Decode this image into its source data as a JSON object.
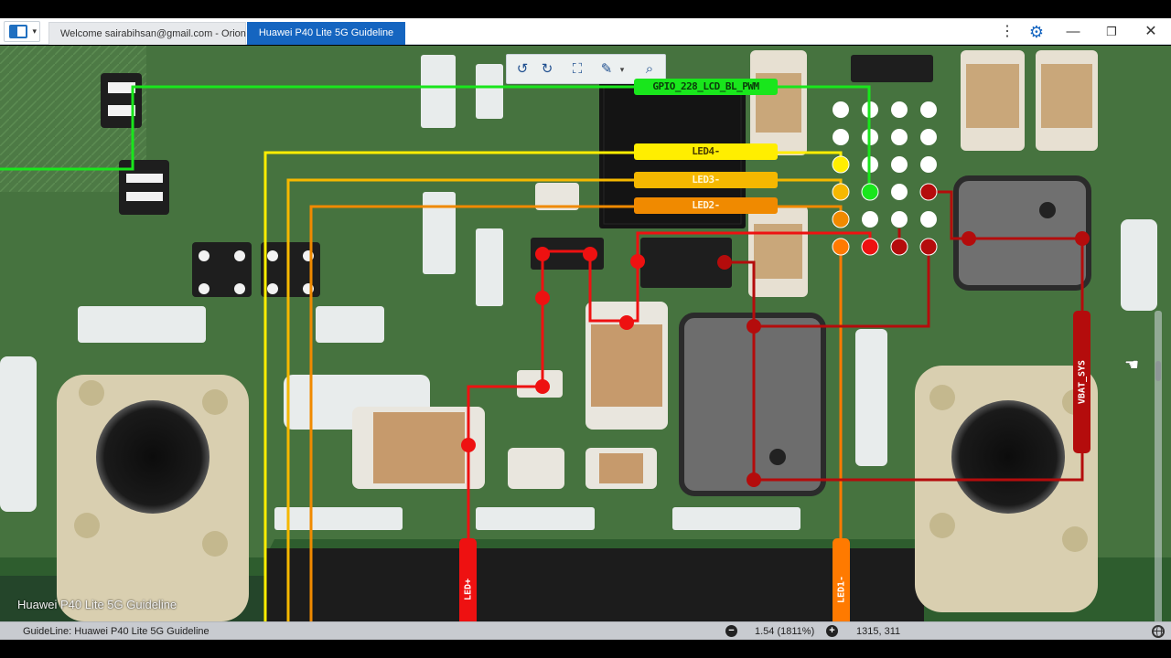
{
  "window": {
    "tabs": [
      {
        "label": "Welcome sairabihsan@gmail.com - Orion"
      },
      {
        "label": "Huawei P40 Lite 5G Guideline"
      }
    ]
  },
  "board": {
    "caption": "Huawei P40 Lite 5G Guideline",
    "net_labels": {
      "gpio": "GPIO_228_LCD_BL_PWM",
      "led4": "LED4-",
      "led3": "LED3-",
      "led2": "LED2-",
      "led1": "LED1-",
      "led_plus": "LED+",
      "vbat_sys": "VBAT_SYS"
    },
    "net_colors": {
      "gpio": "#19e61c",
      "led4": "#ffee00",
      "led3": "#f5b800",
      "led2": "#f08a00",
      "led1": "#ff7a00",
      "led_plus": "#ee1111",
      "vbat_sys": "#b40c0c"
    }
  },
  "toolbar": {
    "icons": [
      "rotate-left-icon",
      "rotate-right-icon",
      "fit-screen-icon",
      "pen-icon",
      "search-icon"
    ]
  },
  "status": {
    "guideline": "GuideLine: Huawei P40 Lite 5G Guideline",
    "zoom": "1.54 (1811%)",
    "coords": "1315, 311"
  }
}
